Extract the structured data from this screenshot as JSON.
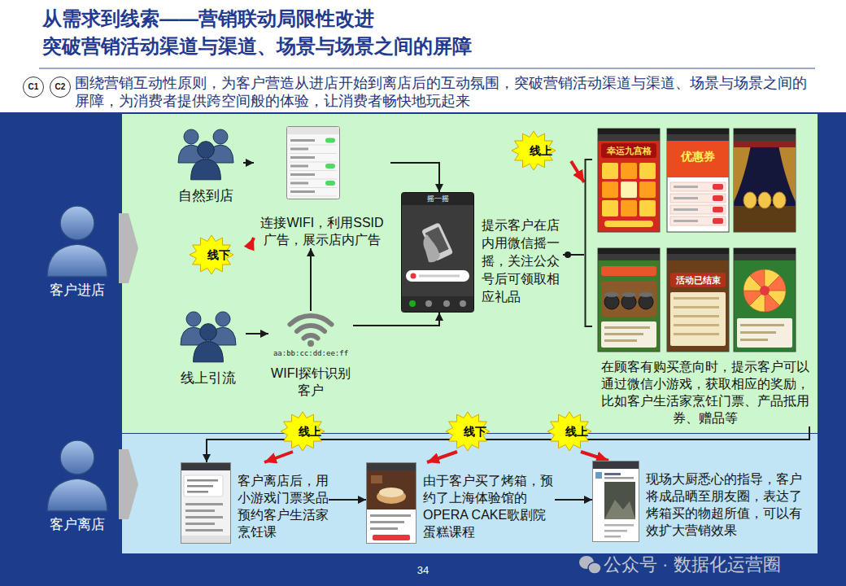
{
  "diagram": {
    "title": "从需求到线索——营销联动局限性改进",
    "nodes": [
      {
        "text": [
          "C1"
        ]
      },
      {
        "text": [
          "C2"
        ]
      },
      {
        "text": [
          "自然到店"
        ]
      },
      {
        "text": [
          "连接WIFI，利用SSID广告，展示店内广告"
        ]
      },
      {
        "text": [
          "线下"
        ]
      },
      {
        "text": [
          "线上引流"
        ]
      },
      {
        "text": [
          "aa:bb:cc:dd:ee:ff",
          "WIFI探针识别客户"
        ]
      },
      {
        "text": [
          "摇一摇",
          "提示客户在店内用微信摇一摇，关注公众号后可领取相应礼品"
        ]
      },
      {
        "text": [
          "线上"
        ]
      },
      {
        "text": [
          "幸运九宫格",
          "优惠券",
          "活动已结束",
          "在顾客有购买意向时，提示客户可以通过微信小游戏，获取相应的奖励，比如客户生活家烹饪门票、产品抵用券、赠品等"
        ]
      },
      {
        "text": [
          "线上"
        ]
      },
      {
        "text": [
          "客户离店后，用小游戏门票奖品预约客户生活家烹饪课"
        ]
      },
      {
        "text": [
          "线下"
        ]
      },
      {
        "text": [
          "由于客户买了烤箱，预约了上海体验馆的OPERA CAKE歌剧院蛋糕课程"
        ]
      },
      {
        "text": [
          "线上"
        ]
      },
      {
        "text": [
          "现场大厨悉心的指导，客户将成品晒至朋友圈，表达了烤箱买的物超所值，可以有效扩大营销效果"
        ]
      }
    ],
    "edges": [
      {
        "from": 2,
        "to": 3,
        "arrow": "to"
      },
      {
        "from": 4,
        "to": 3,
        "arrow": "to"
      },
      {
        "from": 5,
        "to": 6,
        "arrow": "to"
      },
      {
        "from": 6,
        "to": 3,
        "arrow": "to"
      },
      {
        "from": 3,
        "to": 7,
        "arrow": "to"
      },
      {
        "from": 6,
        "to": 7,
        "arrow": "to"
      },
      {
        "from": 7,
        "to": 9,
        "arrow": "none"
      },
      {
        "from": 8,
        "to": 9,
        "arrow": "to"
      },
      {
        "from": 9,
        "to": 11,
        "arrow": "to"
      },
      {
        "from": 10,
        "to": 11,
        "arrow": "to"
      },
      {
        "from": 11,
        "to": 13,
        "arrow": "to"
      },
      {
        "from": 12,
        "to": 13,
        "arrow": "to"
      },
      {
        "from": 13,
        "to": 15,
        "arrow": "to"
      },
      {
        "from": 14,
        "to": 15,
        "arrow": "to"
      }
    ],
    "labels": [
      "突破营销活动渠道与渠道、场景与场景之间的屏障",
      "围绕营销互动性原则，为客户营造从进店开始到离店后的互动氛围，突破营销活动渠道与渠道、场景与场景之间的屏障，为消费者提供跨空间般的体验，让消费者畅快地玩起来",
      "客户进店",
      "客户离店",
      "34",
      "公众号 · 数据化运营圈"
    ]
  }
}
